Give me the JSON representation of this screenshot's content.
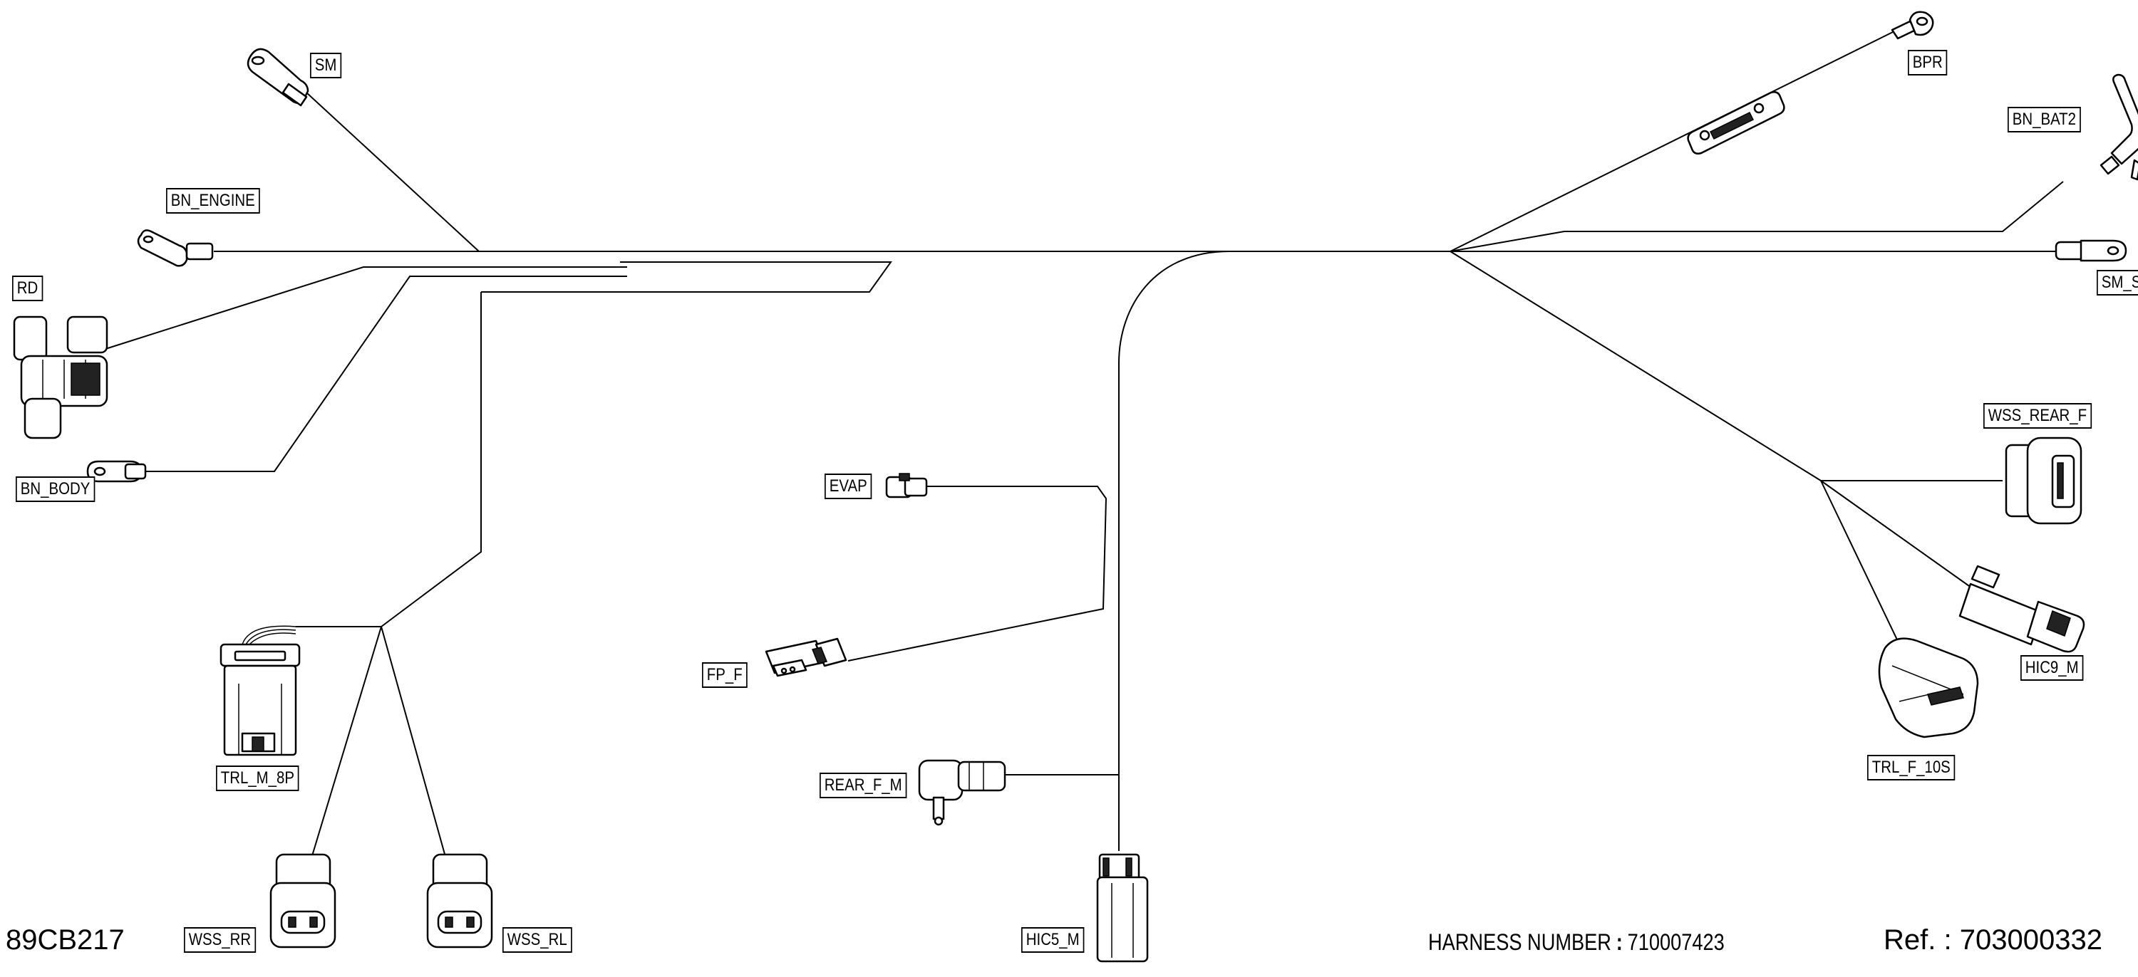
{
  "connectors": {
    "sm": "SM",
    "bn_engine": "BN_ENGINE",
    "rd": "RD",
    "bn_body": "BN_BODY",
    "trl_m_8p": "TRL_M_8P",
    "wss_rr": "WSS_RR",
    "wss_rl": "WSS_RL",
    "evap": "EVAP",
    "fp_f": "FP_F",
    "rear_f_m": "REAR_F_M",
    "hic5_m": "HIC5_M",
    "bpr": "BPR",
    "bn_bat2": "BN_BAT2",
    "sm_ss": "SM_SS",
    "wss_rear_f": "WSS_REAR_F",
    "hic9_m": "HIC9_M",
    "trl_f_10s": "TRL_F_10S"
  },
  "footer": {
    "drawing_code": "89CB217",
    "harness_label": "HARNESS NUMBER",
    "harness_separator": ":",
    "harness_number": "710007423",
    "ref_label": "Ref.",
    "ref_separator": ":",
    "ref_number": "703000332"
  }
}
